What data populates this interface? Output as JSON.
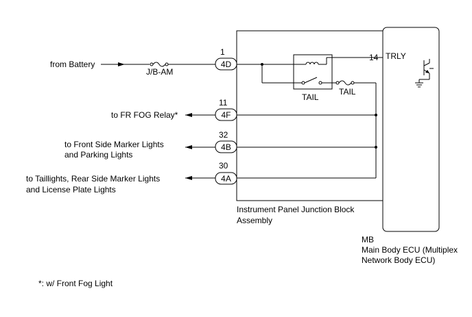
{
  "junction_block": {
    "label_line1": "Instrument Panel Junction Block",
    "label_line2": "Assembly"
  },
  "ecu": {
    "code": "MB",
    "label_line1": "Main Body ECU (Multiplex",
    "label_line2": "Network Body ECU)",
    "pin": "14",
    "signal": "TRLY"
  },
  "battery": {
    "label": "from Battery",
    "fuse": "J/B-AM"
  },
  "relay": {
    "label": "TAIL"
  },
  "tail_fuse": {
    "label": "TAIL"
  },
  "connectors": [
    {
      "pin": "1",
      "code": "4D"
    },
    {
      "pin": "11",
      "code": "4F",
      "label_line1": "to FR FOG Relay*"
    },
    {
      "pin": "32",
      "code": "4B",
      "label_line1": "to Front Side Marker Lights",
      "label_line2": "and Parking Lights"
    },
    {
      "pin": "30",
      "code": "4A",
      "label_line1": "to Taillights, Rear Side Marker Lights",
      "label_line2": "and License Plate Lights"
    }
  ],
  "footnote": "*: w/ Front Fog Light"
}
